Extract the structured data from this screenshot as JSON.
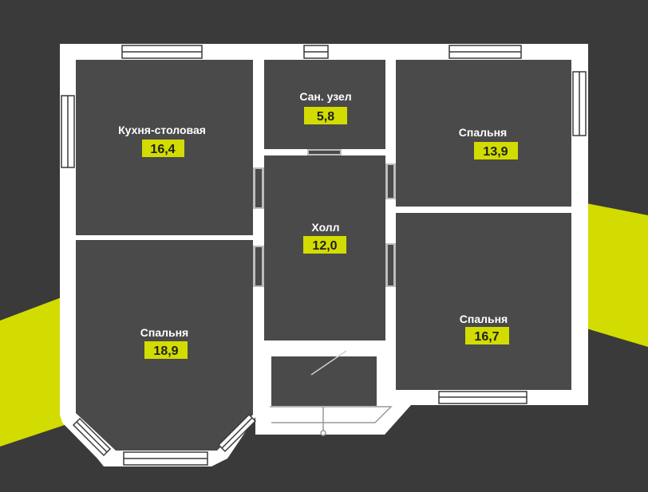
{
  "colors": {
    "background": "#3a3a3a",
    "accent": "#d2dc00",
    "room_fill": "#4a4a4a",
    "wall": "#ffffff"
  },
  "rooms": {
    "kitchen": {
      "name": "Кухня-столовая",
      "area": "16,4"
    },
    "bathroom": {
      "name": "Сан. узел",
      "area": "5,8"
    },
    "bedroom_top_right": {
      "name": "Спальня",
      "area": "13,9"
    },
    "hall": {
      "name": "Холл",
      "area": "12,0"
    },
    "bedroom_left": {
      "name": "Спальня",
      "area": "18,9"
    },
    "bedroom_bottom_right": {
      "name": "Спальня",
      "area": "16,7"
    }
  }
}
